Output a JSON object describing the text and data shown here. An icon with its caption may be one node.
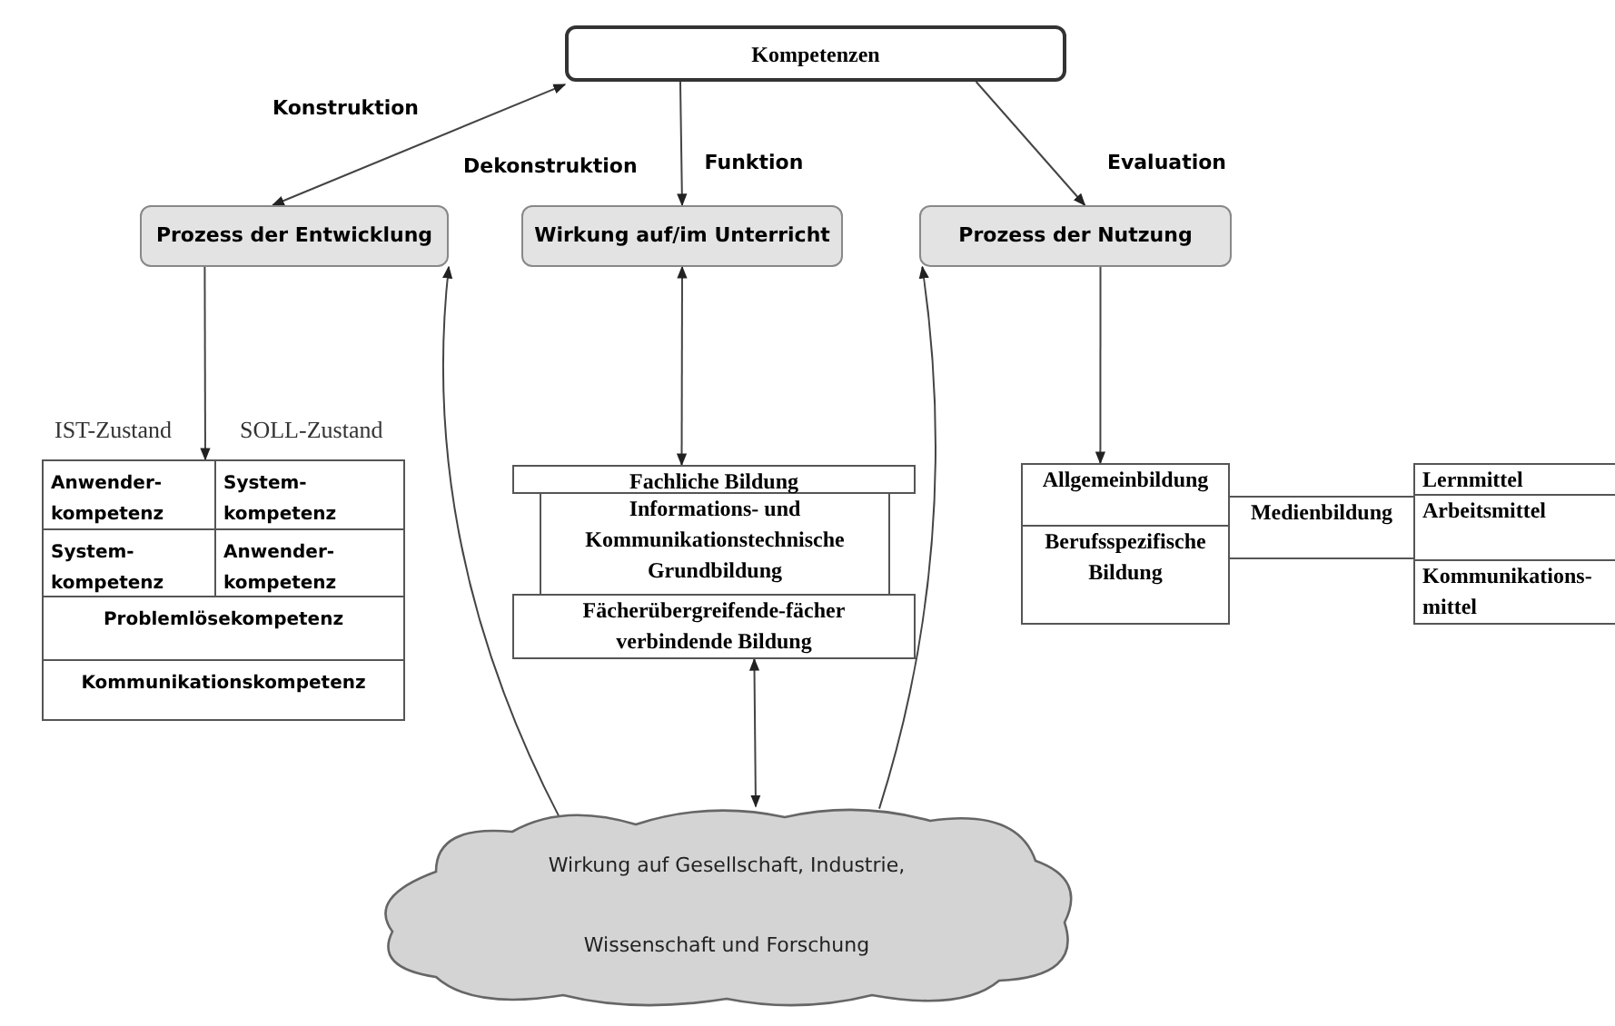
{
  "diagram": {
    "nodes": [
      {
        "text": [
          "Kompetenzen"
        ]
      },
      {
        "text": [
          "Prozess der Entwicklung"
        ]
      },
      {
        "text": [
          "Wirkung auf/im Unterricht"
        ]
      },
      {
        "text": [
          "Prozess der Nutzung"
        ]
      },
      {
        "text": [],
        "shape": "box"
      },
      {
        "text": [
          "Anwender- kompetenz"
        ],
        "in": 4
      },
      {
        "text": [
          "System- kompetenz"
        ],
        "in": 4
      },
      {
        "text": [
          "System- kompetenz"
        ],
        "in": 4
      },
      {
        "text": [
          "Anwender- kompetenz"
        ],
        "in": 4
      },
      {
        "text": [
          "Problemlösekompetenz"
        ],
        "in": 4
      },
      {
        "text": [
          "Kommunikationskompetenz"
        ],
        "in": 4
      },
      {
        "text": [
          "Fachliche Bildung"
        ]
      },
      {
        "text": [
          "Informations- und Kommunikationstechnische Grundbildung"
        ]
      },
      {
        "text": [
          "Fächerübergreifende-fächer verbindende Bildung"
        ]
      },
      {
        "text": [
          "Allgemeinbildung"
        ]
      },
      {
        "text": [
          "Berufsspezifische Bildung"
        ]
      },
      {
        "text": [
          "Medienbildung"
        ]
      },
      {
        "text": [
          "Lernmittel"
        ]
      },
      {
        "text": [
          "Arbeitsmittel"
        ]
      },
      {
        "text": [
          "Kommunikations- mittel"
        ]
      },
      {
        "text": [
          "Wirkung auf Gesellschaft, Industrie, Wissenschaft und Forschung"
        ]
      }
    ],
    "edges": [
      {
        "from": 0,
        "to": 1,
        "arrow": "both"
      },
      {
        "from": 0,
        "to": 2,
        "arrow": "to",
        "label": "Funktion"
      },
      {
        "from": 0,
        "to": 3,
        "arrow": "to",
        "label": "Evaluation"
      },
      {
        "from": 1,
        "to": 4,
        "arrow": "to"
      },
      {
        "from": 2,
        "to": 11,
        "arrow": "both"
      },
      {
        "from": 3,
        "to": 14,
        "arrow": "to"
      },
      {
        "from": 13,
        "to": 20,
        "arrow": "both"
      },
      {
        "from": 20,
        "to": 1,
        "arrow": "to"
      },
      {
        "from": 20,
        "to": 3,
        "arrow": "to"
      }
    ],
    "labels": [
      "Konstruktion",
      "Dekonstruktion",
      "IST-Zustand",
      "SOLL-Zustand"
    ]
  }
}
